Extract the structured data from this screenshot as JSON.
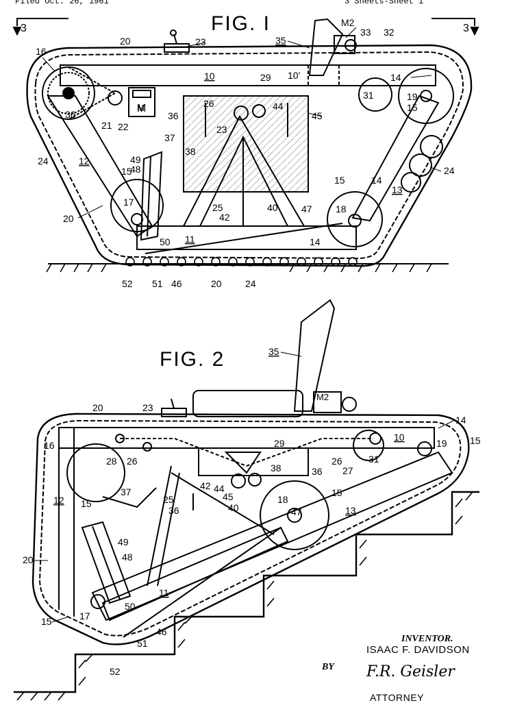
{
  "header": {
    "left": "Filed Oct. 26, 1961",
    "right": "3 Sheets-Sheet 1"
  },
  "fig1": {
    "title": "FIG. I",
    "section_left": "3",
    "section_right": "3",
    "labels": [
      "M2",
      "33",
      "32",
      "20",
      "23",
      "35",
      "16",
      "10",
      "29",
      "10'",
      "14",
      "31",
      "19",
      "15",
      "M",
      "26",
      "44",
      "36",
      "21",
      "22",
      "23",
      "45",
      "36",
      "37",
      "38",
      "24",
      "12",
      "49",
      "48",
      "15",
      "24",
      "17",
      "25",
      "40",
      "42",
      "47",
      "15",
      "18",
      "14",
      "13",
      "20",
      "50",
      "11",
      "14",
      "52",
      "51",
      "46",
      "20",
      "24"
    ]
  },
  "fig2": {
    "title": "FIG. 2",
    "labels": [
      "35",
      "M2",
      "20",
      "23",
      "14",
      "16",
      "29",
      "10",
      "15",
      "19",
      "28",
      "26",
      "26",
      "27",
      "31",
      "38",
      "36",
      "12",
      "37",
      "25",
      "42",
      "44",
      "45",
      "40",
      "18",
      "15",
      "36",
      "15",
      "47",
      "13",
      "49",
      "48",
      "20",
      "11",
      "50",
      "15",
      "17",
      "46",
      "51",
      "52"
    ]
  },
  "signature": {
    "inventor_caption": "INVENTOR.",
    "inventor_name": "ISAAC F. DAVIDSON",
    "by": "BY",
    "agent_signature": "F.R. Geisler",
    "attorney": "ATTORNEY"
  }
}
